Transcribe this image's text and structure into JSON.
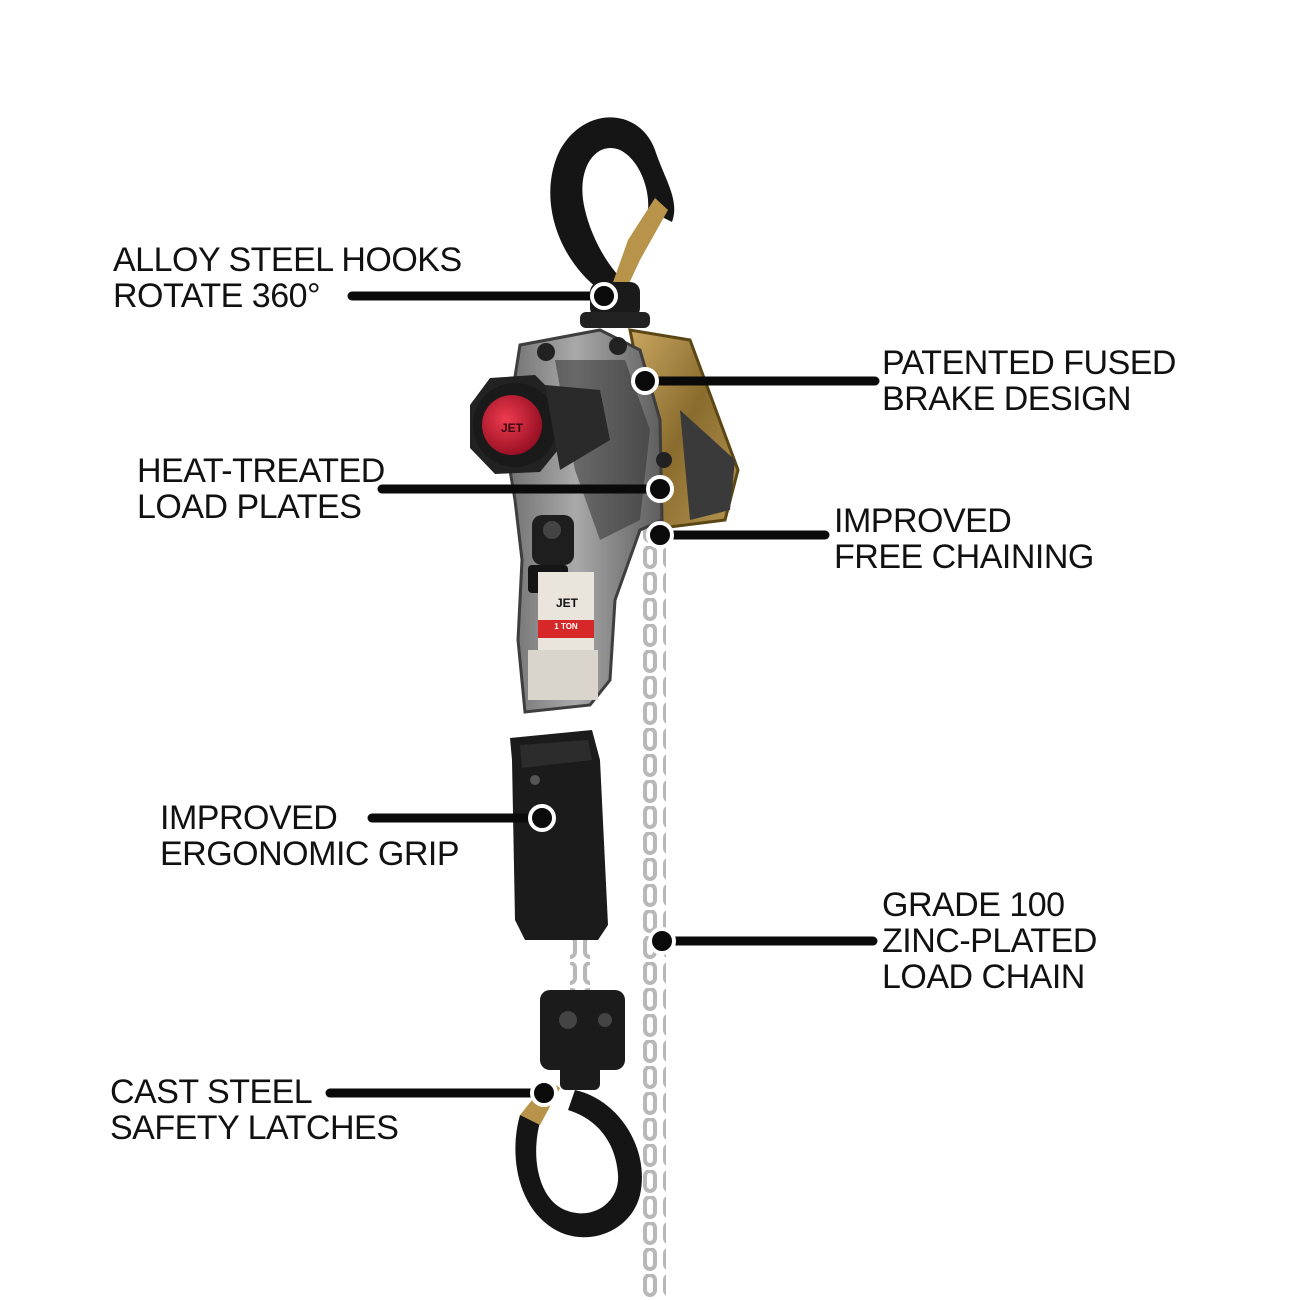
{
  "callouts": {
    "hooks": {
      "line1": "ALLOY STEEL HOOKS",
      "line2": "ROTATE 360°"
    },
    "brake": {
      "line1": "PATENTED FUSED",
      "line2": "BRAKE DESIGN"
    },
    "plates": {
      "line1": "HEAT-TREATED",
      "line2": "LOAD PLATES"
    },
    "chaining": {
      "line1": "IMPROVED",
      "line2": "FREE CHAINING"
    },
    "grip": {
      "line1": "IMPROVED",
      "line2": "ERGONOMIC GRIP"
    },
    "chain": {
      "line1": "GRADE 100",
      "line2": "ZINC-PLATED",
      "line3": "LOAD CHAIN"
    },
    "latches": {
      "line1": "CAST STEEL",
      "line2": "SAFETY LATCHES"
    }
  },
  "product": {
    "brand": "JET",
    "capacity": "1 TON"
  },
  "colors": {
    "text": "#111111",
    "body_gray": "#8a8a8a",
    "brake_gold": "#a8894a",
    "knob_red": "#c8102e",
    "hook_black": "#151515",
    "chain_silver": "#c9c9c9"
  }
}
